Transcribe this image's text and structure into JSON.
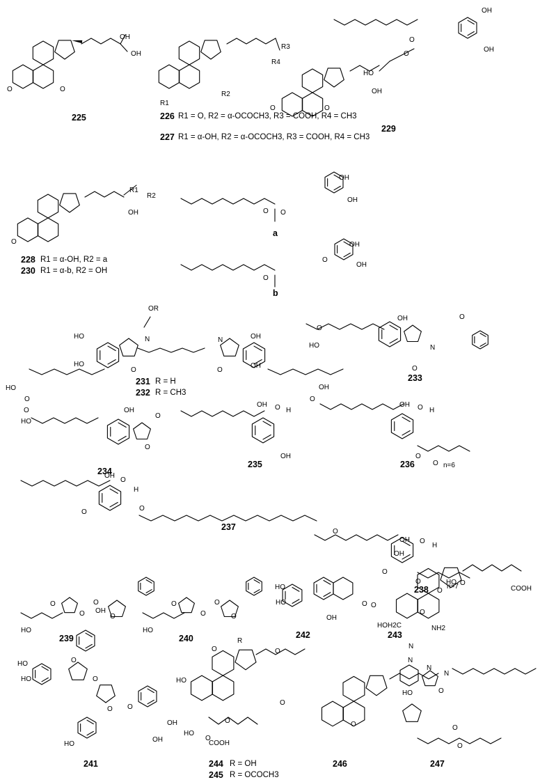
{
  "compounds": {
    "c225": {
      "number": "225"
    },
    "c226": {
      "number": "226",
      "desc": "R1 = O, R2 = α-OCOCH3, R3 = COOH, R4 = CH3"
    },
    "c227": {
      "number": "227",
      "desc": "R1 = α-OH, R2 = α-OCOCH3, R3 = COOH, R4 = CH3"
    },
    "c229": {
      "number": "229"
    },
    "c228": {
      "number": "228",
      "desc": "R1 = α-OH, R2 = a"
    },
    "c230": {
      "number": "230",
      "desc": "R1 = α-b, R2 = OH"
    },
    "sub_a": {
      "number": "a"
    },
    "sub_b": {
      "number": "b"
    },
    "c231": {
      "number": "231",
      "desc": "R = H"
    },
    "c232": {
      "number": "232",
      "desc": "R = CH3"
    },
    "c233": {
      "number": "233"
    },
    "c234": {
      "number": "234"
    },
    "c235": {
      "number": "235"
    },
    "c236": {
      "number": "236"
    },
    "c237": {
      "number": "237"
    },
    "c238": {
      "number": "238"
    },
    "c239": {
      "number": "239"
    },
    "c240": {
      "number": "240"
    },
    "c241": {
      "number": "241"
    },
    "c242": {
      "number": "242"
    },
    "c243": {
      "number": "243"
    },
    "c244": {
      "number": "244",
      "desc": "R = OH"
    },
    "c245": {
      "number": "245",
      "desc": "R = OCOCH3"
    },
    "c246": {
      "number": "246"
    },
    "c247": {
      "number": "247"
    }
  },
  "atoms": {
    "O": "O",
    "OH": "OH",
    "HO": "HO",
    "H": "H",
    "N": "N",
    "NH2": "NH2",
    "R": "R",
    "OR": "OR",
    "R1": "R1",
    "R2": "R2",
    "R3": "R3",
    "R4": "R4",
    "COOH": "COOH",
    "HOH2C": "HOH2C",
    "n6": "n=6",
    "n7": "n=7"
  }
}
